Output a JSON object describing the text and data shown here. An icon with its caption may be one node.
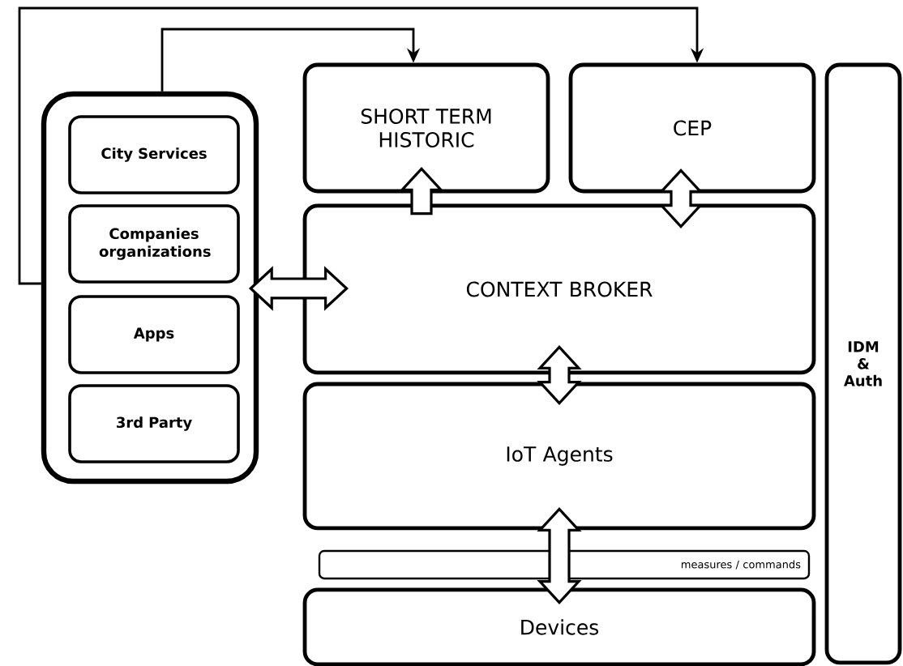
{
  "diagram": {
    "nodes": [
      {
        "text": [],
        "shape": "box"
      },
      {
        "text": [
          "City Services"
        ],
        "in": 0
      },
      {
        "text": [
          "Companies organizations"
        ],
        "in": 0
      },
      {
        "text": [
          "Apps"
        ],
        "in": 0
      },
      {
        "text": [
          "3rd Party"
        ],
        "in": 0
      },
      {
        "text": [
          "SHORT TERM HISTORIC"
        ]
      },
      {
        "text": [
          "CEP"
        ]
      },
      {
        "text": [
          "CONTEXT BROKER"
        ]
      },
      {
        "text": [
          "IoT Agents"
        ]
      },
      {
        "text": [
          "measures / commands"
        ]
      },
      {
        "text": [
          "Devices"
        ]
      },
      {
        "text": [
          "IDM & Auth"
        ]
      }
    ],
    "edges": [
      {
        "from": 0,
        "to": 5,
        "arrow": "to"
      },
      {
        "from": 0,
        "to": 6,
        "arrow": "to"
      },
      {
        "from": 0,
        "to": 7,
        "arrow": "both",
        "style": "thick"
      },
      {
        "from": 7,
        "to": 5,
        "arrow": "to",
        "style": "thick"
      },
      {
        "from": 7,
        "to": 6,
        "arrow": "both",
        "style": "thick"
      },
      {
        "from": 7,
        "to": 8,
        "arrow": "both",
        "style": "thick"
      },
      {
        "from": 8,
        "to": 10,
        "arrow": "both",
        "style": "thick"
      }
    ]
  }
}
